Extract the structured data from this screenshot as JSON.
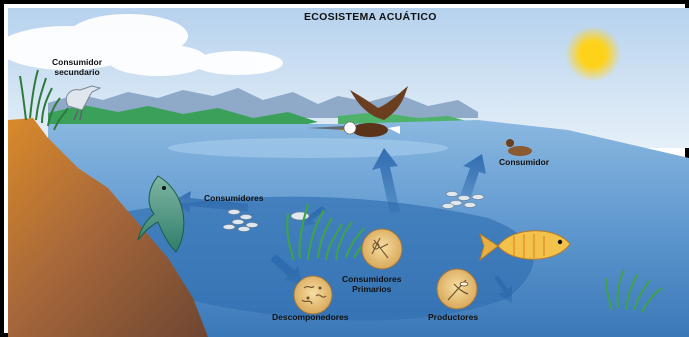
{
  "title": "ECOSISTEMA ACUÁTICO",
  "labels": {
    "secondary_consumer_line1": "Consumidor",
    "secondary_consumer_line2": "secundario",
    "consumer": "Consumidor",
    "consumers": "Consumidores",
    "primary_consumers_line1": "Consumidores",
    "primary_consumers_line2": "Primarios",
    "decomposers": "Descomponedores",
    "producers": "Productores"
  },
  "colors": {
    "frame": "#000000",
    "sky": "#c9def1",
    "water": "#5f98cf",
    "deep_water": "#2f6fb0",
    "soil": "#8c5a3c",
    "sun": "#ffd21a",
    "grass": "#2e9e4a",
    "arrow": "#2f6db3",
    "circle": "#e8c070"
  },
  "icons": [
    "sun-icon",
    "heron-icon",
    "eagle-icon",
    "duck-icon",
    "fish-icon",
    "fish-school-icon",
    "yellow-fish-icon",
    "plankton-icon",
    "bacteria-icon",
    "aquatic-plants-icon",
    "arrow-icon"
  ]
}
